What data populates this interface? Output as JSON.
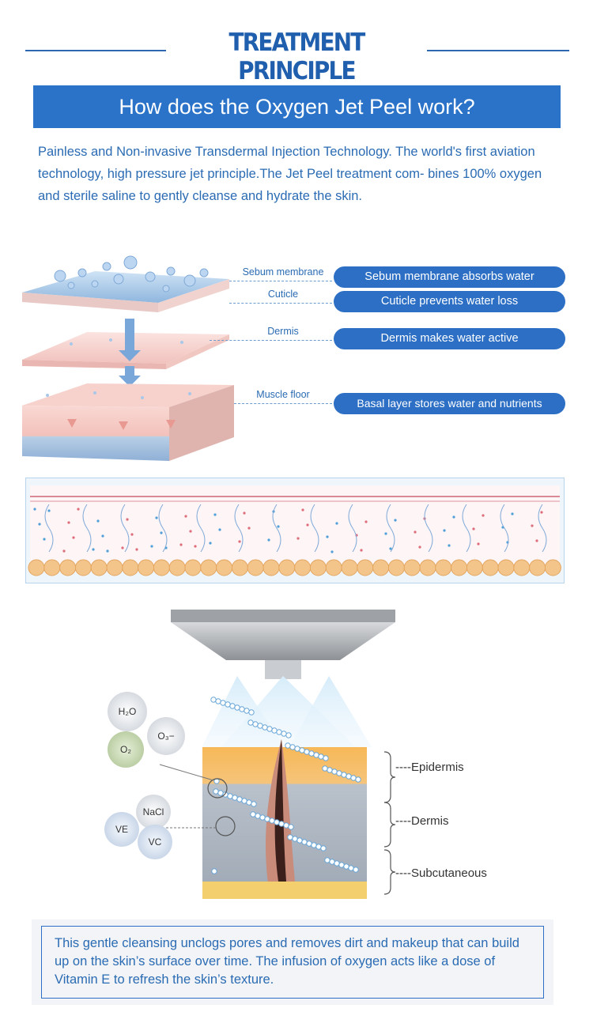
{
  "header": {
    "title": "TREATMENT PRINCIPLE"
  },
  "banner": {
    "text": "How does the Oxygen Jet Peel work?"
  },
  "intro": {
    "text": "Painless and Non-invasive Transdermal Injection Technology. The world's first aviation technology, high pressure jet principle.The Jet Peel treatment com- bines 100% oxygen and sterile saline to gently cleanse and hydrate the skin."
  },
  "layers": {
    "items": [
      {
        "label": "Sebum membrane",
        "pill": "Sebum membrane absorbs water"
      },
      {
        "label": "Cuticle",
        "pill": "Cuticle prevents water loss"
      },
      {
        "label": "Dermis",
        "pill": "Dermis makes water active"
      },
      {
        "label": "Muscle floor",
        "pill": "Basal layer stores water and nutrients"
      }
    ]
  },
  "jet": {
    "molecules": [
      "H₂O",
      "O₃−",
      "O₂",
      "NaCl",
      "VE",
      "VC"
    ],
    "skin_labels": [
      "Epidermis",
      "Dermis",
      "Subcutaneous"
    ]
  },
  "footer": {
    "text": "This gentle cleansing unclogs pores and removes dirt and makeup that can build up on the skin’s surface over time. The infusion of oxygen acts like a dose of Vitamin E to refresh the skin’s texture."
  },
  "colors": {
    "brand_blue": "#2c6fc4",
    "text_blue": "#2a6bb3",
    "epidermis": "#f0a93a",
    "dermis": "#aeb7c2"
  }
}
